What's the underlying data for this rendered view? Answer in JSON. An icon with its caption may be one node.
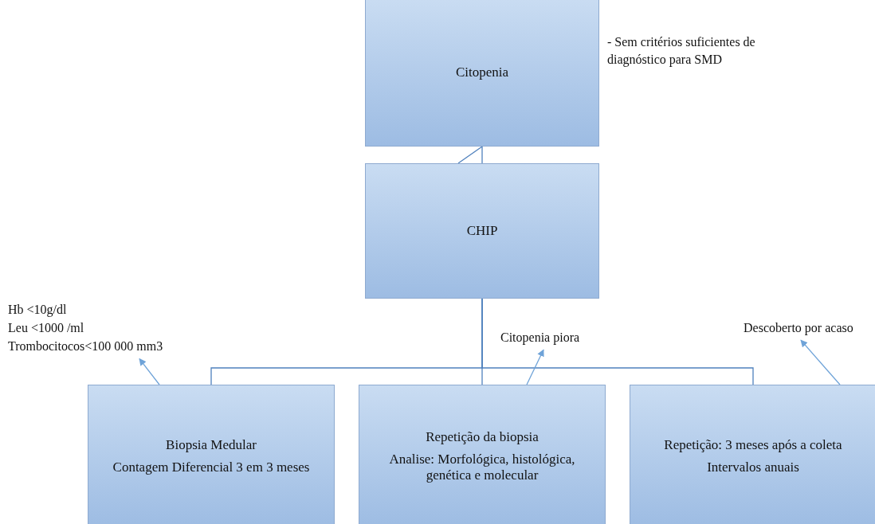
{
  "diagram": {
    "nodes": [
      {
        "text": [
          "Citopenia"
        ],
        "beside": [
          "- Sem critérios suficientes de diagnóstico para SMD"
        ]
      },
      {
        "text": [
          "CHIP"
        ]
      },
      {
        "text": [
          "Biopsia Medular",
          "Contagem Diferencial 3 em 3 meses"
        ]
      },
      {
        "text": [
          "Repetição da biopsia",
          "Analise: Morfológica, histológica, genética e molecular"
        ]
      },
      {
        "text": [
          "Repetição: 3 meses após a coleta",
          "Intervalos anuais"
        ]
      },
      {
        "text": [
          "Hb <10g/dl",
          "Leu <1000 /ml",
          "Trombocitocos<100 000 mm3"
        ]
      },
      {
        "text": [
          "Citopenia piora"
        ]
      },
      {
        "text": [
          "Descoberto por acaso"
        ]
      }
    ],
    "edges": [
      {
        "from": 1,
        "to": 0,
        "arrow": "none"
      },
      {
        "from": 1,
        "to": 2,
        "arrow": "none"
      },
      {
        "from": 1,
        "to": 3,
        "arrow": "none"
      },
      {
        "from": 1,
        "to": 4,
        "arrow": "none"
      },
      {
        "from": 2,
        "to": 5,
        "arrow": "to",
        "color": "#6fa3d8"
      },
      {
        "from": 3,
        "to": 6,
        "arrow": "to",
        "color": "#6fa3d8"
      },
      {
        "from": 4,
        "to": 7,
        "arrow": "to",
        "color": "#6fa3d8"
      }
    ]
  }
}
